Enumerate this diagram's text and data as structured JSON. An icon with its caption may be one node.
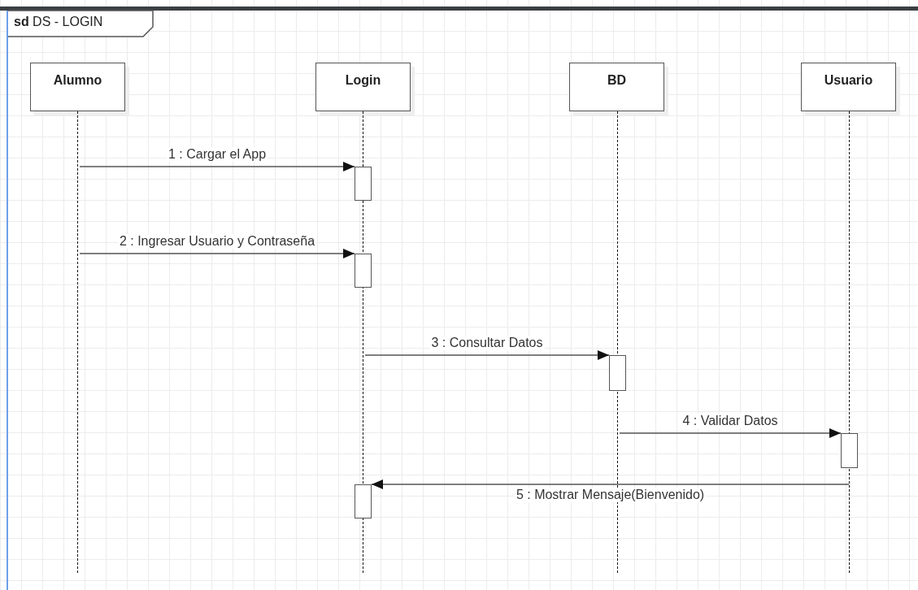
{
  "diagram": {
    "title": "**sd** DS - LOGIN",
    "nodes": [
      {
        "text": [
          "Alumno"
        ]
      },
      {
        "text": [
          "Login"
        ]
      },
      {
        "text": [
          "BD"
        ]
      },
      {
        "text": [
          "Usuario"
        ]
      },
      {
        "text": [],
        "shape": "line"
      },
      {
        "text": [],
        "shape": "line"
      },
      {
        "text": [],
        "shape": "line"
      },
      {
        "text": [],
        "shape": "line"
      },
      {
        "text": [],
        "shape": "bar"
      },
      {
        "text": [],
        "shape": "bar"
      },
      {
        "text": [],
        "shape": "bar"
      },
      {
        "text": [],
        "shape": "bar"
      },
      {
        "text": [],
        "shape": "bar"
      }
    ],
    "edges": [
      {
        "from": 4,
        "to": 8,
        "arrow": "to",
        "label": "1 : Cargar el App"
      },
      {
        "from": 4,
        "to": 9,
        "arrow": "to",
        "label": "2 : Ingresar Usuario y Contraseña"
      },
      {
        "from": 5,
        "to": 10,
        "arrow": "to",
        "label": "3 : Consultar Datos"
      },
      {
        "from": 6,
        "to": 11,
        "arrow": "to",
        "label": "4 : Validar Datos"
      },
      {
        "from": 7,
        "to": 12,
        "arrow": "to",
        "label": "5 : Mostrar Mensaje(Bienvenido)"
      }
    ]
  }
}
